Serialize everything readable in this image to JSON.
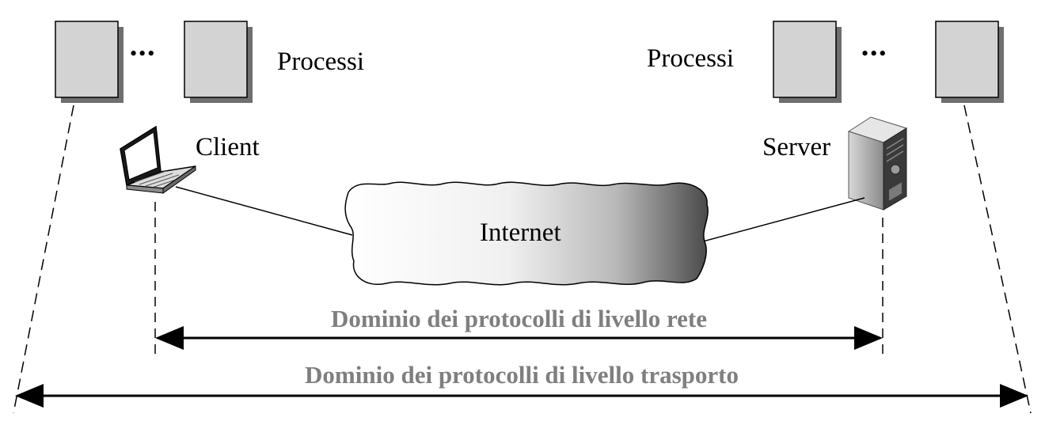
{
  "labels": {
    "processes_left": "Processi",
    "processes_right": "Processi",
    "client": "Client",
    "server": "Server",
    "internet": "Internet",
    "network_domain": "Dominio dei protocolli di livello rete",
    "transport_domain": "Dominio dei protocolli di livello trasporto"
  },
  "ellipsis": "•••",
  "colors": {
    "process_box_fill": "#d3d3d3",
    "process_box_shadow": "#6f6f6f",
    "domain_text": "#7f7f7f",
    "line": "#000000"
  },
  "icons": {
    "client": "laptop-icon",
    "server": "server-tower-icon",
    "network": "cloud-icon"
  }
}
